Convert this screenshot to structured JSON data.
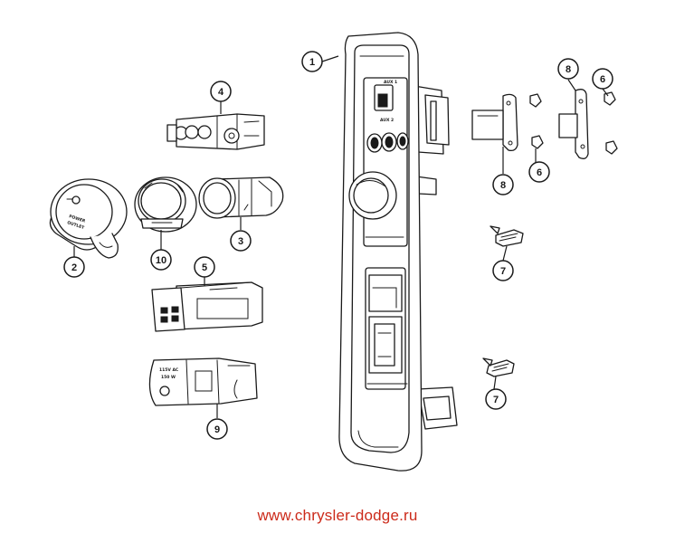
{
  "callouts": [
    {
      "id": "c1",
      "label": "1"
    },
    {
      "id": "c2",
      "label": "2"
    },
    {
      "id": "c3",
      "label": "3"
    },
    {
      "id": "c4",
      "label": "4"
    },
    {
      "id": "c5",
      "label": "5"
    },
    {
      "id": "c6a",
      "label": "6"
    },
    {
      "id": "c6b",
      "label": "6"
    },
    {
      "id": "c7a",
      "label": "7"
    },
    {
      "id": "c7b",
      "label": "7"
    },
    {
      "id": "c8a",
      "label": "8"
    },
    {
      "id": "c8b",
      "label": "8"
    },
    {
      "id": "c9",
      "label": "9"
    },
    {
      "id": "c10",
      "label": "10"
    }
  ],
  "part_markings": {
    "power_outlet_line1": "POWER",
    "power_outlet_line2": "OUTLET",
    "aux1": "AUX 1",
    "aux2": "AUX 2",
    "inverter_line1": "115V AC",
    "inverter_line2": "150 W"
  },
  "watermark": "www.chrysler-dodge.ru"
}
